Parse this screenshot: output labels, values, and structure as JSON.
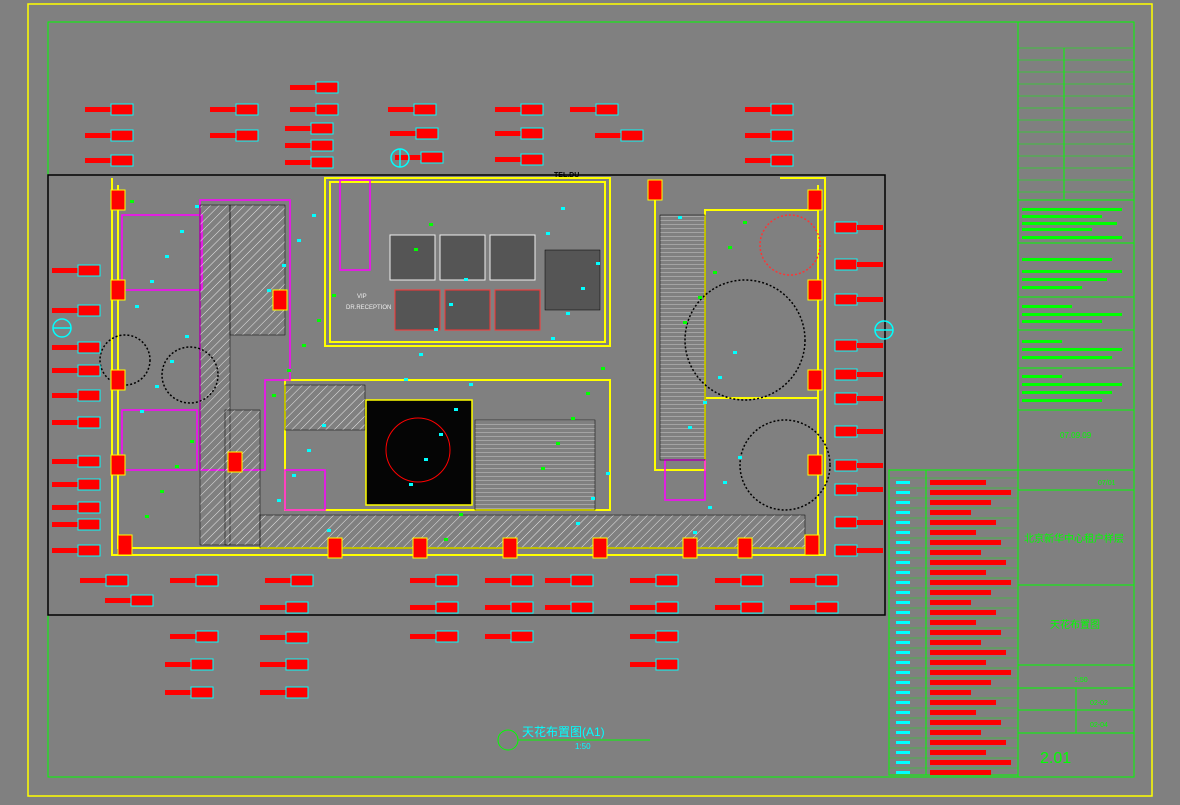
{
  "drawing": {
    "title": "天花布置图(A1)",
    "scale": "1:50",
    "room_labels": [
      "TEL.DU",
      "VIP",
      "DR.RECEPTION"
    ]
  },
  "title_block": {
    "project_value": "北京新华中心租户样层",
    "drawing_value": "天花布置图",
    "date_value": "07.09.09",
    "scale_value": "1:50",
    "value_a": "07/01",
    "value_b": "02-02",
    "value_c": "02-04",
    "sheet_no": "2.01"
  },
  "colors": {
    "background": "#808080",
    "frame": "#ffff00",
    "border": "#00ff00",
    "tags": "#ff0000",
    "tag_box": "#00ffff",
    "walls": "#ffff00",
    "partitions": "#ff00ff"
  }
}
